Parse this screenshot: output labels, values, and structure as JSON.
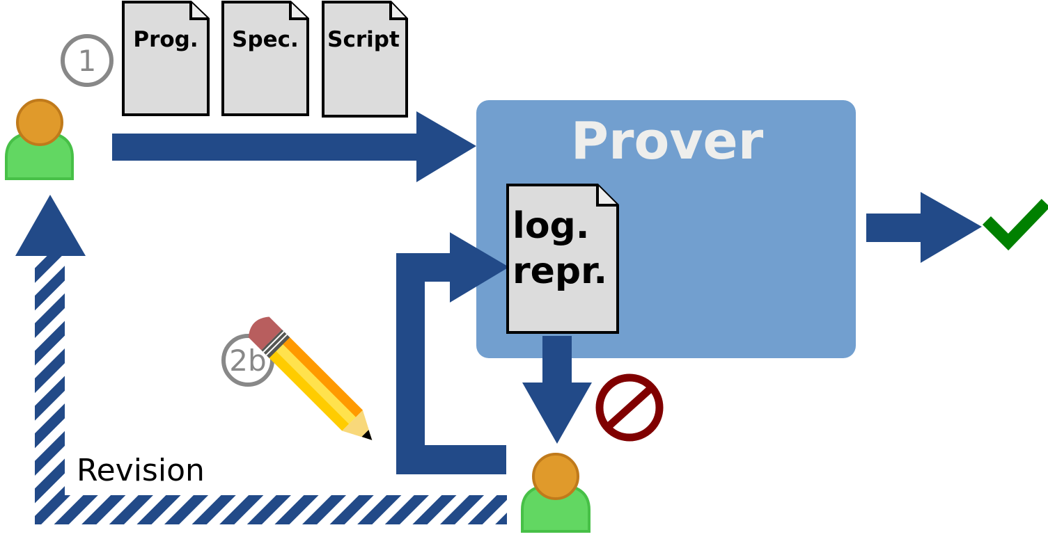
{
  "documents": {
    "program": "Prog.",
    "specification": "Spec.",
    "script": "Script"
  },
  "prover": {
    "title": "Prover",
    "inner_document_line1": "log.",
    "inner_document_line2": "repr."
  },
  "steps": {
    "step_1": "1",
    "step_2b": "2b"
  },
  "revision_label": "Revision",
  "icons": {
    "top_user": "user-icon",
    "bottom_user": "user-icon",
    "pencil": "pencil-icon",
    "success": "checkmark-icon",
    "failure": "prohibited-icon"
  },
  "colors": {
    "arrow": "#224a88",
    "prover_box": "#729fcf",
    "prover_title": "#eeeeec",
    "document_fill": "#dcdcdc",
    "step_circle": "#888888",
    "user_body": "#62d762",
    "user_head": "#e09a2b",
    "check": "#008000",
    "prohibited": "#800000"
  }
}
